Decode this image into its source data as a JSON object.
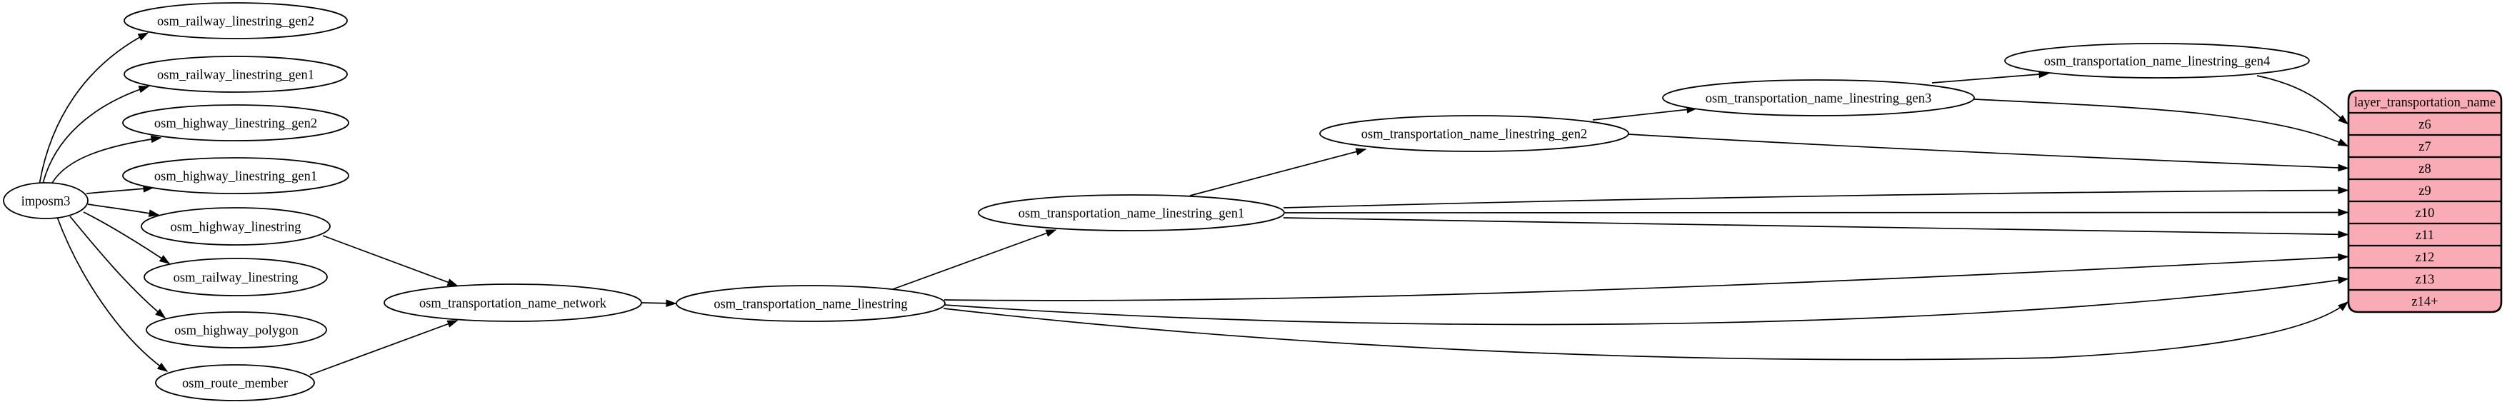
{
  "diagram": {
    "background": "#ffffff",
    "nodes": [
      {
        "id": "imposm3",
        "label": "imposm3"
      },
      {
        "id": "osm_railway_linestring_gen2",
        "label": "osm_railway_linestring_gen2"
      },
      {
        "id": "osm_railway_linestring_gen1",
        "label": "osm_railway_linestring_gen1"
      },
      {
        "id": "osm_highway_linestring_gen2",
        "label": "osm_highway_linestring_gen2"
      },
      {
        "id": "osm_highway_linestring_gen1",
        "label": "osm_highway_linestring_gen1"
      },
      {
        "id": "osm_highway_linestring",
        "label": "osm_highway_linestring"
      },
      {
        "id": "osm_railway_linestring",
        "label": "osm_railway_linestring"
      },
      {
        "id": "osm_highway_polygon",
        "label": "osm_highway_polygon"
      },
      {
        "id": "osm_route_member",
        "label": "osm_route_member"
      },
      {
        "id": "osm_transportation_name_network",
        "label": "osm_transportation_name_network"
      },
      {
        "id": "osm_transportation_name_linestring",
        "label": "osm_transportation_name_linestring"
      },
      {
        "id": "osm_transportation_name_linestring_gen1",
        "label": "osm_transportation_name_linestring_gen1"
      },
      {
        "id": "osm_transportation_name_linestring_gen2",
        "label": "osm_transportation_name_linestring_gen2"
      },
      {
        "id": "osm_transportation_name_linestring_gen3",
        "label": "osm_transportation_name_linestring_gen3"
      },
      {
        "id": "osm_transportation_name_linestring_gen4",
        "label": "osm_transportation_name_linestring_gen4"
      }
    ],
    "table": {
      "title": "layer_transportation_name",
      "rows": [
        "z6",
        "z7",
        "z8",
        "z9",
        "z10",
        "z11",
        "z12",
        "z13",
        "z14+"
      ],
      "fill": "#faacb6",
      "border_color": "#000000"
    },
    "edges": [
      {
        "from": "imposm3",
        "to": "osm_railway_linestring_gen2"
      },
      {
        "from": "imposm3",
        "to": "osm_railway_linestring_gen1"
      },
      {
        "from": "imposm3",
        "to": "osm_highway_linestring_gen2"
      },
      {
        "from": "imposm3",
        "to": "osm_highway_linestring_gen1"
      },
      {
        "from": "imposm3",
        "to": "osm_highway_linestring"
      },
      {
        "from": "imposm3",
        "to": "osm_railway_linestring"
      },
      {
        "from": "imposm3",
        "to": "osm_highway_polygon"
      },
      {
        "from": "imposm3",
        "to": "osm_route_member"
      },
      {
        "from": "osm_highway_linestring",
        "to": "osm_transportation_name_network"
      },
      {
        "from": "osm_route_member",
        "to": "osm_transportation_name_network"
      },
      {
        "from": "osm_transportation_name_network",
        "to": "osm_transportation_name_linestring"
      },
      {
        "from": "osm_transportation_name_linestring",
        "to": "osm_transportation_name_linestring_gen1"
      },
      {
        "from": "osm_transportation_name_linestring_gen1",
        "to": "osm_transportation_name_linestring_gen2"
      },
      {
        "from": "osm_transportation_name_linestring_gen2",
        "to": "osm_transportation_name_linestring_gen3"
      },
      {
        "from": "osm_transportation_name_linestring_gen3",
        "to": "osm_transportation_name_linestring_gen4"
      },
      {
        "from": "osm_transportation_name_linestring_gen4",
        "to": "layer_transportation_name.z6"
      },
      {
        "from": "osm_transportation_name_linestring_gen3",
        "to": "layer_transportation_name.z7"
      },
      {
        "from": "osm_transportation_name_linestring_gen2",
        "to": "layer_transportation_name.z8"
      },
      {
        "from": "osm_transportation_name_linestring_gen1",
        "to": "layer_transportation_name.z9"
      },
      {
        "from": "osm_transportation_name_linestring_gen1",
        "to": "layer_transportation_name.z10"
      },
      {
        "from": "osm_transportation_name_linestring_gen1",
        "to": "layer_transportation_name.z11"
      },
      {
        "from": "osm_transportation_name_linestring",
        "to": "layer_transportation_name.z12"
      },
      {
        "from": "osm_transportation_name_linestring",
        "to": "layer_transportation_name.z13"
      },
      {
        "from": "osm_transportation_name_linestring",
        "to": "layer_transportation_name.z14+"
      }
    ]
  }
}
